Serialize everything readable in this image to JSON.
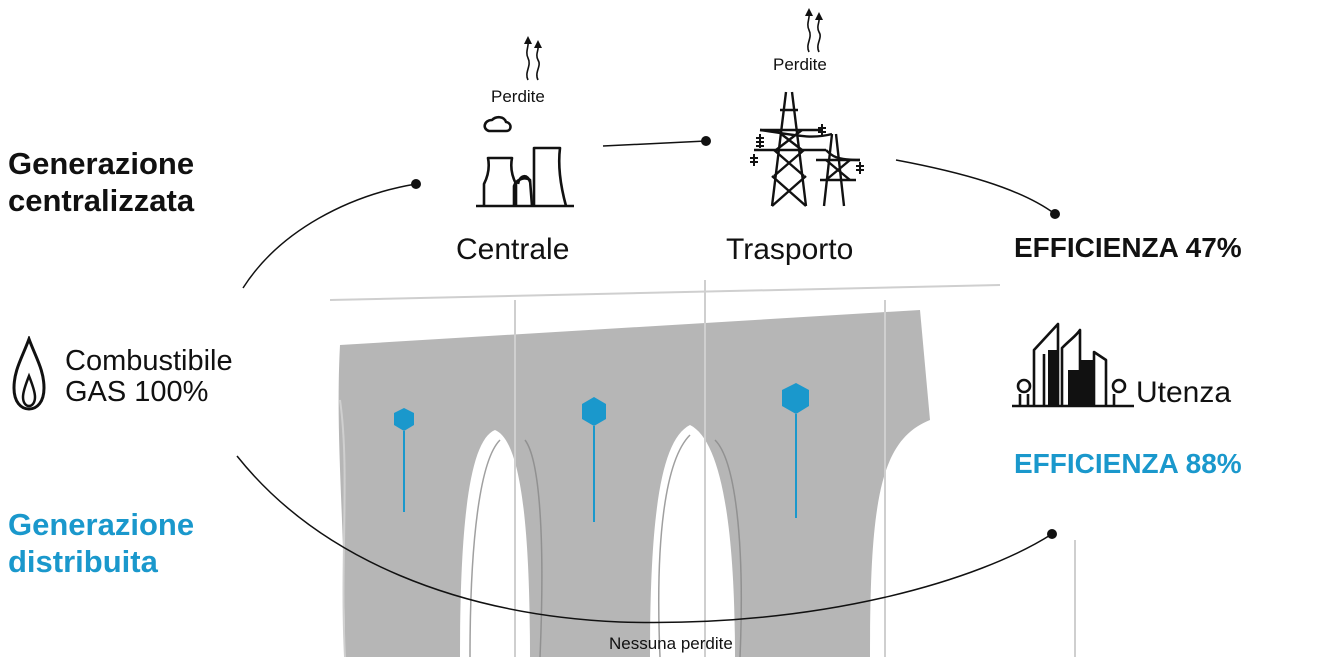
{
  "colors": {
    "accent": "#1a98cc",
    "text": "#111111",
    "background_sketch": "#a8a8a8"
  },
  "centralized": {
    "line1": "Generazione",
    "line2": "centralizzata"
  },
  "distributed": {
    "line1": "Generazione",
    "line2": "distribuita"
  },
  "fuel": {
    "line1": "Combustibile",
    "line2": "GAS 100%",
    "icon": "flame-icon"
  },
  "plant": {
    "label": "Centrale",
    "losses": "Perdite",
    "icon": "power-plant-icon"
  },
  "transport": {
    "label": "Trasporto",
    "losses": "Perdite",
    "icon": "transmission-tower-icon"
  },
  "efficiency_central": "EFFICIENZA 47%",
  "user": {
    "label": "Utenza",
    "icon": "buildings-icon"
  },
  "efficiency_distributed": "EFFICIENZA 88%",
  "no_losses": "Nessuna perdite"
}
